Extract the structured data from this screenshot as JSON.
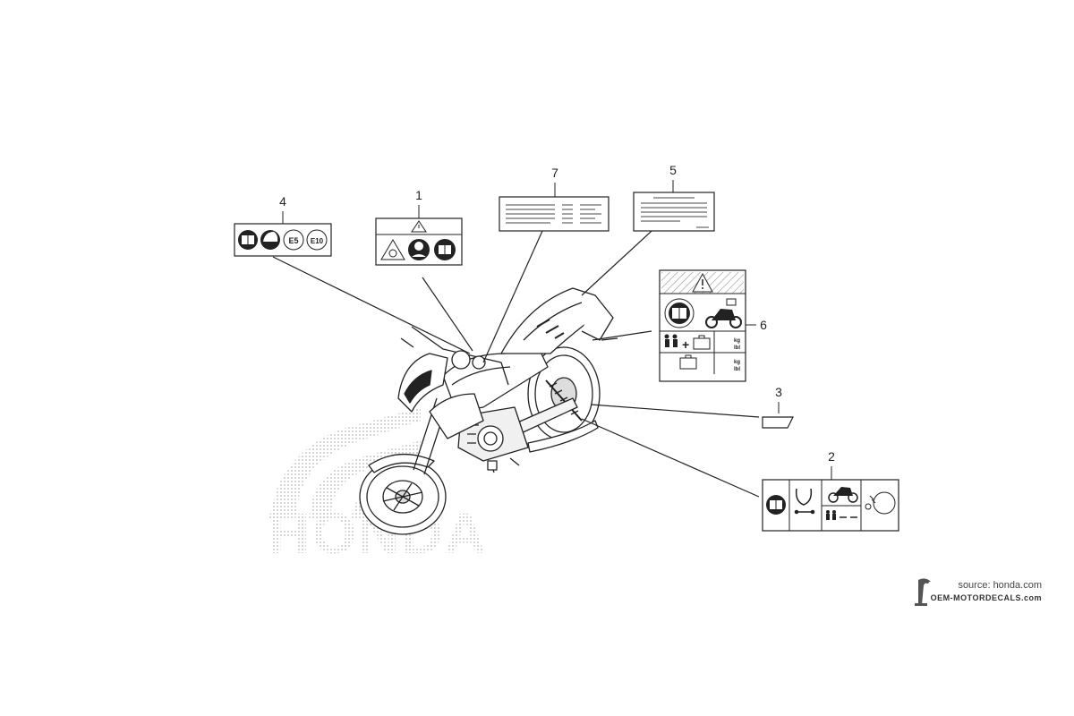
{
  "callouts": {
    "c1": "1",
    "c2": "2",
    "c3": "3",
    "c4": "4",
    "c5": "5",
    "c6": "6",
    "c7": "7"
  },
  "label4": {
    "icon3": "E5",
    "icon4": "E10"
  },
  "label6": {
    "unit_kg": "kg",
    "unit_lbl": "lbl"
  },
  "watermark": "HONDA",
  "credit": {
    "source": "source: honda.com",
    "brand": "OEM-MOTORDECALS.com"
  },
  "colors": {
    "line": "#222222",
    "hatch": "#bbbbbb",
    "watermark": "#cfcfcf",
    "label_bg": "#ffffff"
  }
}
